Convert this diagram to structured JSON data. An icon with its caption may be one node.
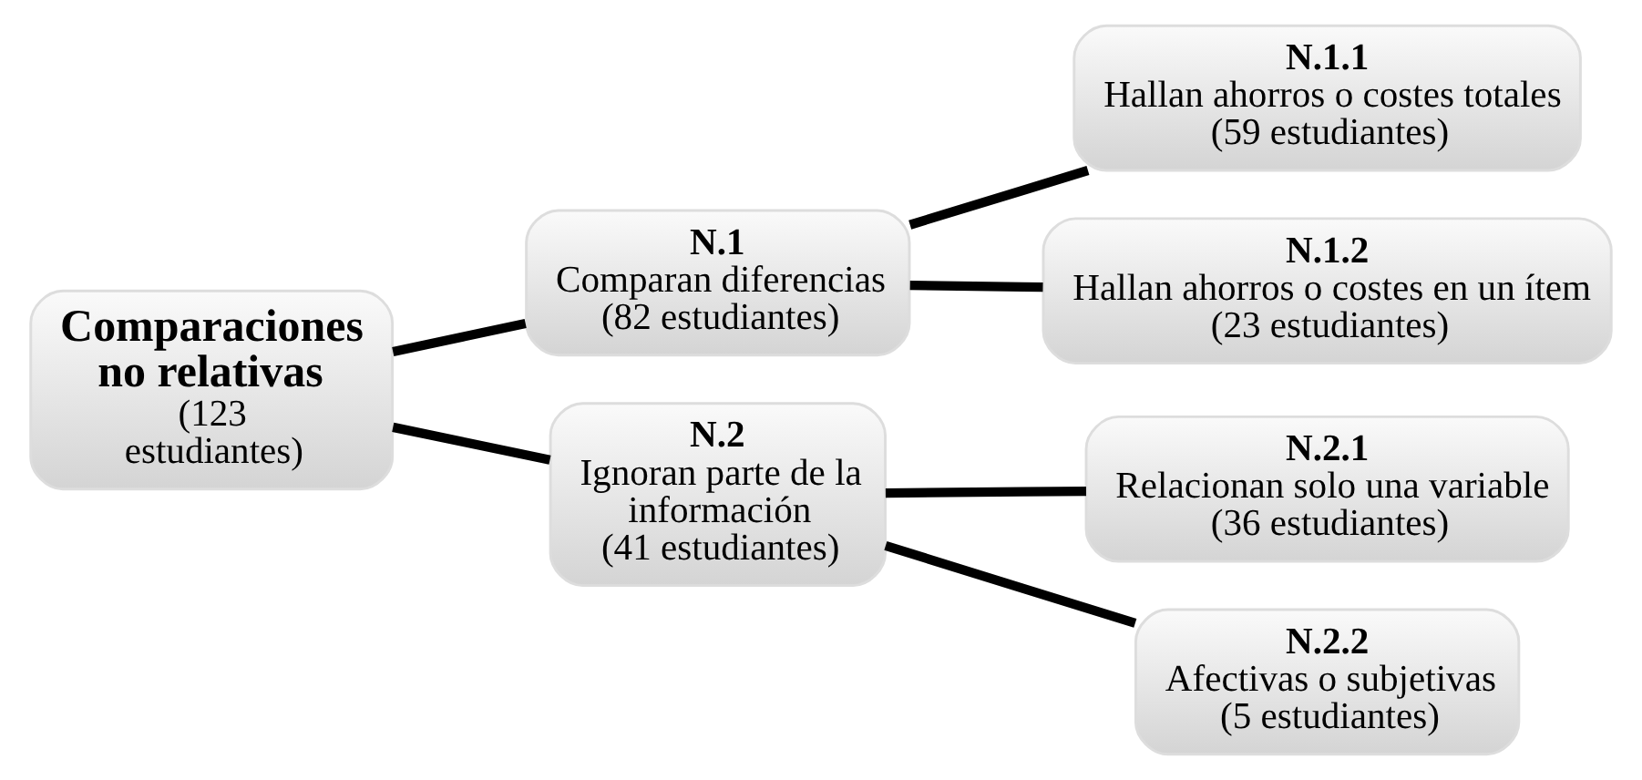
{
  "diagram": {
    "nodes": [
      {
        "text": [
          "Comparaciones no relativas",
          "(123 estudiantes)"
        ]
      },
      {
        "text": [
          "N.1",
          "Comparan diferencias",
          "(82 estudiantes)"
        ]
      },
      {
        "text": [
          "N.1.1",
          "Hallan ahorros o costes totales",
          "(59 estudiantes)"
        ]
      },
      {
        "text": [
          "N.1.2",
          "Hallan ahorros o costes en un ítem",
          "(23 estudiantes)"
        ]
      },
      {
        "text": [
          "N.2",
          "Ignoran parte de la información",
          "(41 estudiantes)"
        ]
      },
      {
        "text": [
          "N.2.1",
          "Relacionan solo una variable",
          "(36 estudiantes)"
        ]
      },
      {
        "text": [
          "N.2.2",
          "Afectivas o subjetivas",
          "(5 estudiantes)"
        ]
      }
    ],
    "edges": [
      {
        "from": 0,
        "to": 1,
        "arrow": "none"
      },
      {
        "from": 0,
        "to": 4,
        "arrow": "none"
      },
      {
        "from": 1,
        "to": 2,
        "arrow": "none"
      },
      {
        "from": 1,
        "to": 3,
        "arrow": "none"
      },
      {
        "from": 4,
        "to": 5,
        "arrow": "none"
      },
      {
        "from": 4,
        "to": 6,
        "arrow": "none"
      }
    ]
  }
}
